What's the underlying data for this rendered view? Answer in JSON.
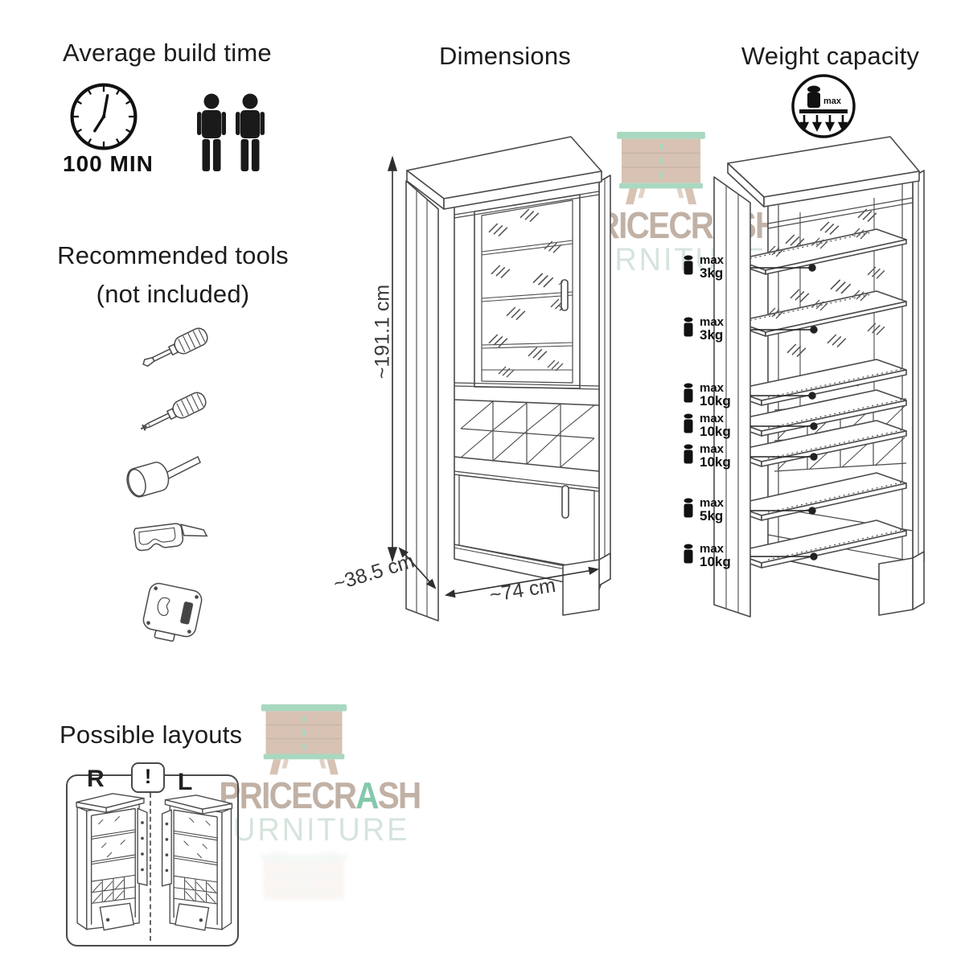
{
  "colors": {
    "line": "#4a4a4a",
    "ink": "#1c1c1c",
    "wm_tan": "#b7a496",
    "wm_green": "#6fbf9e",
    "wm_light_green": "#cfe0d6"
  },
  "build_time": {
    "title": "Average build time",
    "duration": "100 MIN"
  },
  "tools": {
    "title": "Recommended tools",
    "subtitle": "(not included)",
    "items": [
      "flathead-screwdriver",
      "phillips-screwdriver",
      "rubber-mallet",
      "safety-glasses",
      "tape-measure"
    ]
  },
  "dimensions_section": {
    "title": "Dimensions",
    "height": "~191.1 cm",
    "depth": "~38.5 cm",
    "width": "~74 cm"
  },
  "weight_section": {
    "title": "Weight capacity",
    "icon_max": "max",
    "shelves": [
      {
        "max": "max",
        "value": "3kg"
      },
      {
        "max": "max",
        "value": "3kg"
      },
      {
        "max": "max",
        "value": "10kg"
      },
      {
        "max": "max",
        "value": "10kg"
      },
      {
        "max": "max",
        "value": "10kg"
      },
      {
        "max": "max",
        "value": "5kg"
      },
      {
        "max": "max",
        "value": "10kg"
      }
    ]
  },
  "layouts": {
    "title": "Possible layouts",
    "right": "R",
    "left": "L",
    "warning": "!"
  },
  "watermark": {
    "brand_pre": "PRICECR",
    "brand_accent": "A",
    "brand_post": "SH",
    "subtitle": "FURNITURE"
  }
}
